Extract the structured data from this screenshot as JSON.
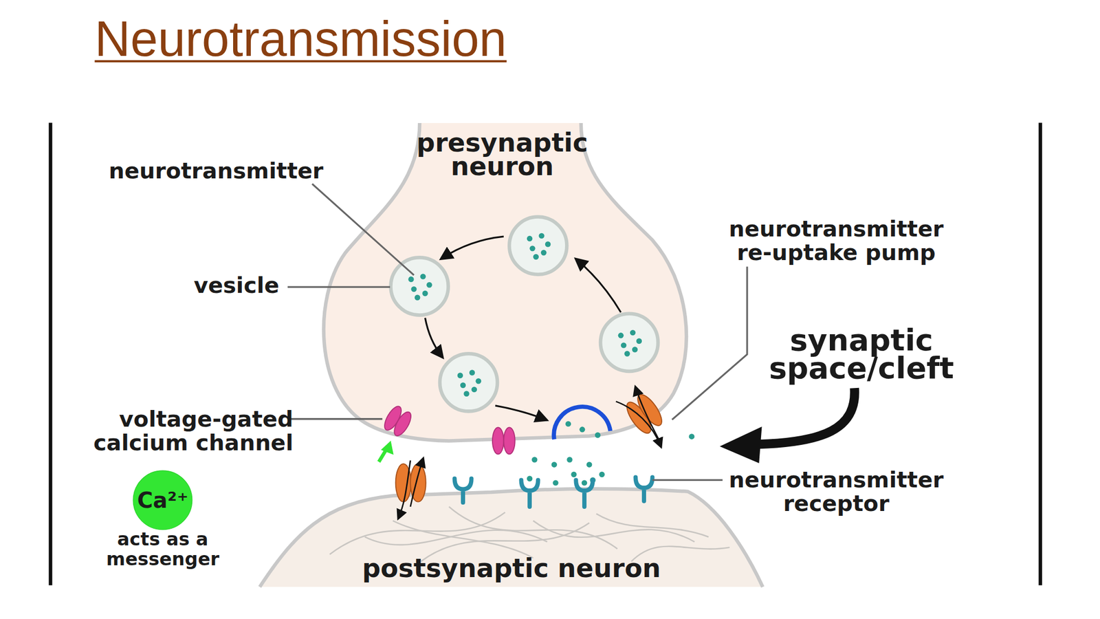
{
  "diagram": {
    "title": "Neurotransmission",
    "nodes": [
      {
        "text": [
          "presynaptic neuron"
        ]
      },
      {
        "text": [
          "postsynaptic neuron"
        ]
      },
      {
        "text": [
          "Ca²⁺"
        ]
      }
    ],
    "labels": [
      "neurotransmitter",
      "vesicle",
      "neurotransmitter re-uptake pump",
      "synaptic space/cleft",
      "voltage-gated calcium channel",
      "neurotransmitter receptor",
      "acts as a messenger"
    ]
  }
}
